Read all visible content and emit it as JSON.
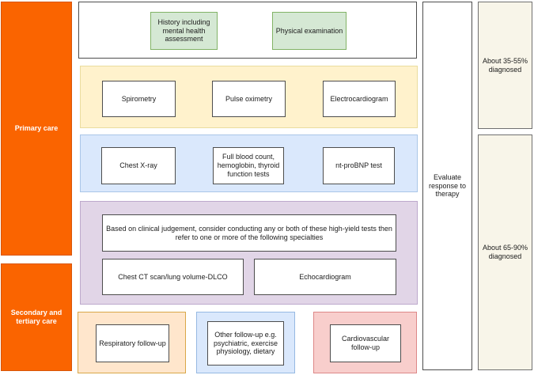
{
  "sidebar": {
    "primary_label": "Primary care",
    "secondary_label": "Secondary and tertiary care"
  },
  "assessment_row": {
    "history": "History including mental health assessment",
    "physical": "Physical examination"
  },
  "screening_row": {
    "spirometry": "Spirometry",
    "pulse_oximetry": "Pulse oximetry",
    "electrocardiogram": "Electrocardiogram"
  },
  "investigations_row": {
    "chest_xray": "Chest X-ray",
    "blood_tests": "Full blood count, hemoglobin, thyroid function tests",
    "ntprobnp": "nt-proBNP test"
  },
  "specialist_row": {
    "instruction": "Based on clinical judgement, consider conducting any or both of these high-yield tests then refer to one or more of the following specialties",
    "chest_ct": "Chest CT scan/lung volume-DLCO",
    "echocardiogram": "Echocardiogram"
  },
  "followup_row": {
    "respiratory": "Respiratory follow-up",
    "other": "Other follow-up e.g. psychiatric, exercise physiology, dietary",
    "cardiovascular": "Cardiovascular follow-up"
  },
  "outcomes": {
    "evaluate": "Evaluate response to therapy",
    "diagnosed_top": "About 35-55% diagnosed",
    "diagnosed_bottom": "About 65-90% diagnosed"
  },
  "colors": {
    "sidebar_orange": "#FA6400",
    "green_fill": "#D5E8D4",
    "green_border": "#82B366",
    "yellow_band": "#FFF2CC",
    "blue_band": "#DAE8FC",
    "purple_band": "#E1D5E7",
    "peach_fill": "#FFE6CC",
    "pink_fill": "#F8CECC",
    "cream_fill": "#F8F5E9"
  }
}
